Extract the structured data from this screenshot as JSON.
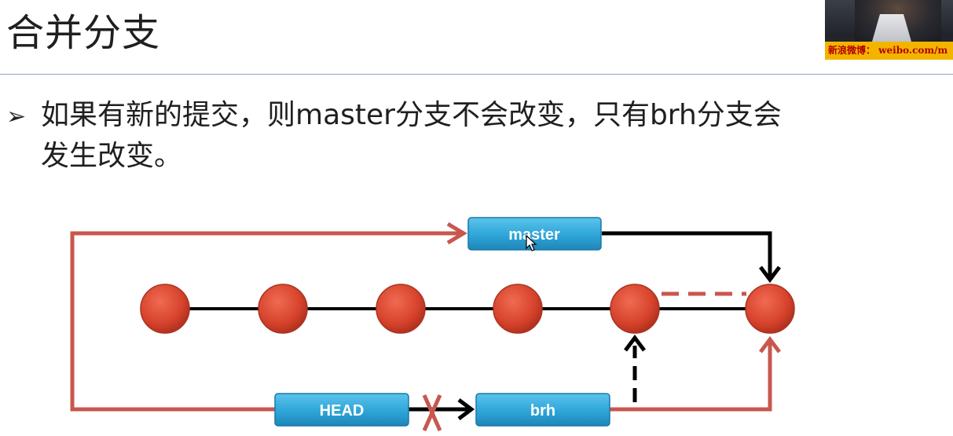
{
  "slide": {
    "title": "合并分支",
    "bullet_marker": "➢",
    "bullet_line1": "如果有新的提交，则master分支不会改变，只有brh分支会",
    "bullet_line2": "发生改变。"
  },
  "webcam": {
    "caption": "新浪微博： weibo.com/m"
  },
  "diagram": {
    "labels": {
      "master": "master",
      "head": "HEAD",
      "brh": "brh"
    },
    "colors": {
      "commit": "#d7432c",
      "label_box": "#2ea5d8",
      "pointer_red": "#c8574e",
      "pointer_black": "#000000"
    }
  }
}
